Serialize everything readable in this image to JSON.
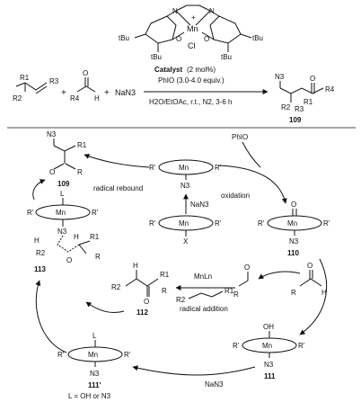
{
  "top_scheme": {
    "catalyst_label": "Catalyst",
    "catalyst_loading": "(2 mol%)",
    "oxidant": "PhIO (3.0-4.0 equiv.)",
    "conditions": "H2O/EtOAc, r.t., N2, 3-6 h",
    "reagent_azide": "NaN3",
    "plus": "+",
    "alkene_r1": "R1",
    "alkene_r2": "R2",
    "alkene_r3": "R3",
    "aldehyde_r4": "R4",
    "aldehyde_h": "H",
    "aldehyde_o": "O",
    "catalyst_atoms": {
      "mn": "Mn",
      "cl": "Cl",
      "o": "O",
      "n": "N",
      "plus": "+",
      "tbu": "tBu"
    },
    "product": {
      "n3": "N3",
      "o": "O",
      "r1": "R1",
      "r2": "R2",
      "r3": "R3",
      "r4": "R4",
      "number": "109"
    }
  },
  "cycle": {
    "species": {
      "product_109": {
        "n3": "N3",
        "r1": "R1",
        "r": "R",
        "o": "O",
        "number": "109"
      },
      "mn_n3": {
        "mn": "Mn",
        "n3": "N3",
        "r": "R'"
      },
      "mn_x": {
        "mn": "Mn",
        "x": "X",
        "r": "R'"
      },
      "oxo_110": {
        "mn": "Mn",
        "o": "O",
        "n3": "N3",
        "r": "R'",
        "number": "110"
      },
      "int_113": {
        "mn": "Mn",
        "l": "L",
        "n3": "N3",
        "h": "H",
        "r1": "R1",
        "r2": "R2",
        "r": "R",
        "o": "O",
        "number": "113"
      },
      "int_112": {
        "h": "H",
        "r1": "R1",
        "r2": "R2",
        "r": "R",
        "o": "O",
        "number": "112"
      },
      "acyl_radical": {
        "r": "R",
        "o": "O"
      },
      "alkene": {
        "r1": "R1",
        "r2": "R2"
      },
      "aldehyde": {
        "r": "R",
        "h": "H",
        "o": "O"
      },
      "hydroxo_111": {
        "mn": "Mn",
        "oh": "OH",
        "n3": "N3",
        "r": "R'",
        "number": "111"
      },
      "int_111p": {
        "mn": "Mn",
        "l": "L",
        "n3": "N3",
        "r": "R'",
        "number": "111'"
      }
    },
    "labels": {
      "phio": "PhIO",
      "oxidation": "oxidation",
      "radical_rebound": "radical rebound",
      "nan3_top": "NaN3",
      "mnln": "MnLn",
      "radical_addition": "radical addition",
      "nan3_bottom": "NaN3",
      "footnote": "L = OH or N3"
    }
  }
}
